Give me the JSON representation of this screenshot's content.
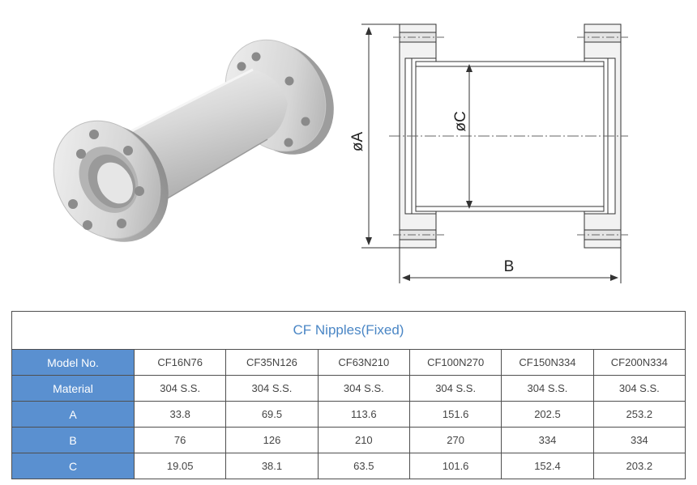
{
  "drawing": {
    "label_A": "øA",
    "label_B": "B",
    "label_C": "øC"
  },
  "table": {
    "title": "CF Nipples(Fixed)",
    "rows": [
      {
        "header": "Model No.",
        "cells": [
          "CF16N76",
          "CF35N126",
          "CF63N210",
          "CF100N270",
          "CF150N334",
          "CF200N334"
        ]
      },
      {
        "header": "Material",
        "cells": [
          "304 S.S.",
          "304 S.S.",
          "304 S.S.",
          "304 S.S.",
          "304 S.S.",
          "304 S.S."
        ]
      },
      {
        "header": "A",
        "cells": [
          "33.8",
          "69.5",
          "113.6",
          "151.6",
          "202.5",
          "253.2"
        ]
      },
      {
        "header": "B",
        "cells": [
          "76",
          "126",
          "210",
          "270",
          "334",
          "334"
        ]
      },
      {
        "header": "C",
        "cells": [
          "19.05",
          "38.1",
          "63.5",
          "101.6",
          "152.4",
          "203.2"
        ]
      }
    ]
  },
  "colors": {
    "header_fill": "#5a90d0",
    "title_text": "#4a86c5"
  }
}
